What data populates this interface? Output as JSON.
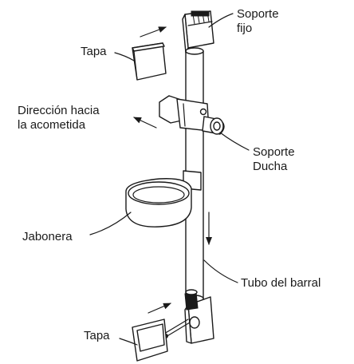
{
  "labels": {
    "soporte_fijo": [
      "Soporte",
      "fijo"
    ],
    "tapa_top": "Tapa",
    "direccion": [
      "Dirección hacia",
      "la acometida"
    ],
    "soporte_ducha": [
      "Soporte",
      "Ducha"
    ],
    "jabonera": "Jabonera",
    "tubo": "Tubo del barral",
    "tapa_bottom": "Tapa"
  },
  "colors": {
    "line": "#1a1a1a",
    "background": "#ffffff"
  }
}
